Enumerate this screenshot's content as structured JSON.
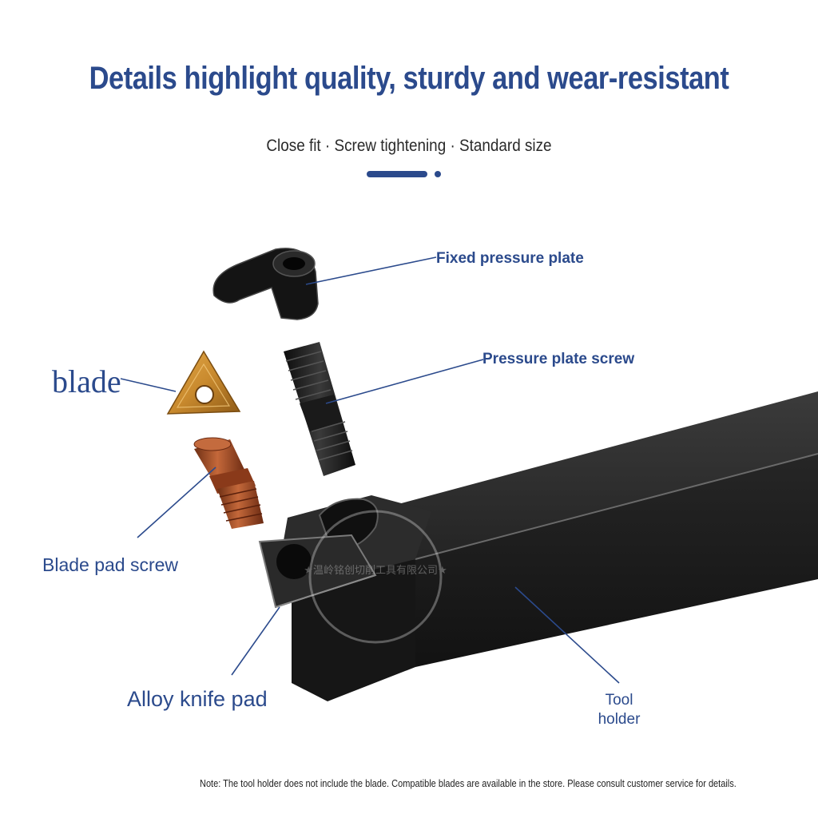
{
  "header": {
    "title": "Details highlight quality, sturdy and wear-resistant",
    "subtitle": "Close fit · Screw tightening · Standard size"
  },
  "labels": {
    "fixed_pressure_plate": "Fixed pressure plate",
    "pressure_plate_screw": "Pressure plate screw",
    "blade": "blade",
    "blade_pad_screw": "Blade pad screw",
    "alloy_knife_pad": "Alloy knife pad",
    "tool_holder_line1": "Tool",
    "tool_holder_line2": "holder"
  },
  "watermark": "★温岭铭创切削工具有限公司★",
  "note": "Note: The tool holder does not include the blade. Compatible blades are available in the store. Please consult customer service for details.",
  "colors": {
    "accent": "#2b4a8c",
    "holder": "#1c1c1c",
    "insert_gold": "#c98a2e",
    "pad_screw_copper": "#a8522b"
  }
}
